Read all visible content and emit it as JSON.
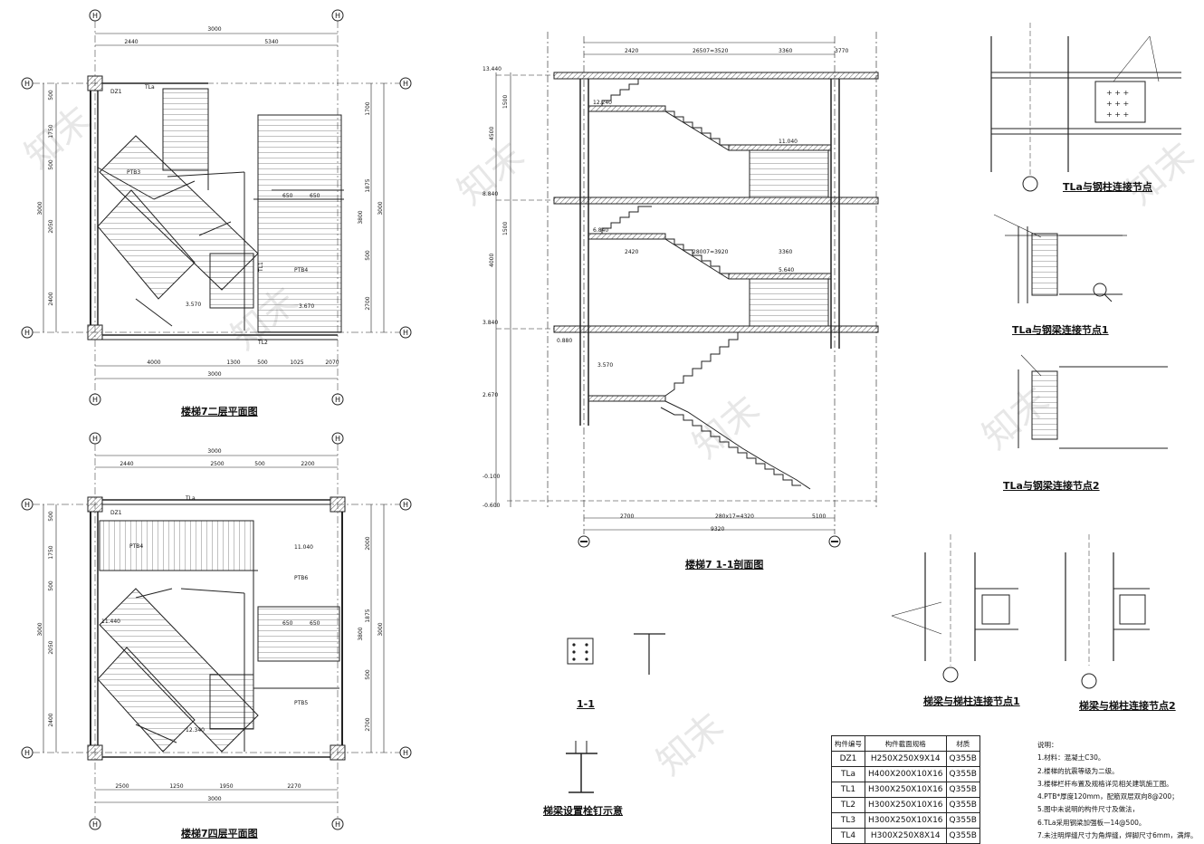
{
  "watermark": "知末",
  "titles": {
    "plan_level2": "楼梯7二层平面图",
    "plan_level4": "楼梯7四层平面图",
    "section_1_1": "楼梯7 1-1剖面图",
    "node_tla_column": "TLa与钢柱连接节点",
    "node_tla_beam_1": "TLa与钢梁连接节点1",
    "node_tla_beam_2": "TLa与钢梁连接节点2",
    "node_beam_column_1": "梯梁与梯柱连接节点1",
    "node_beam_column_2": "梯梁与梯柱连接节点2",
    "section_1": "1-1",
    "stud_schematic": "梯梁设置栓钉示意"
  },
  "grid_labels": {
    "plan_level2": [
      "H",
      "H",
      "H",
      "H",
      "H",
      "H"
    ],
    "plan_level4": [
      "H",
      "H",
      "H",
      "H",
      "H",
      "H"
    ]
  },
  "plan_level2": {
    "top_dims": [
      "3000",
      "2440",
      "5340"
    ],
    "bottom_dims": [
      "4000",
      "1300",
      "500",
      "1025",
      "2070",
      "3000"
    ],
    "left_dims": [
      "500",
      "1750",
      "500",
      "2050",
      "2400",
      "3000"
    ],
    "right_dims": [
      "1700",
      "1875",
      "500",
      "2700",
      "3000",
      "3800"
    ],
    "labels": [
      "DZ1",
      "PTB3",
      "PTB4",
      "TLa",
      "TL1",
      "TL2",
      "3.570",
      "3.670",
      "650",
      "650"
    ]
  },
  "plan_level4": {
    "top_dims": [
      "3000",
      "2440",
      "2500",
      "500",
      "2200"
    ],
    "bottom_dims": [
      "2500",
      "1250",
      "1950",
      "2270",
      "3000"
    ],
    "left_dims": [
      "500",
      "1750",
      "500",
      "2050",
      "2400",
      "3000"
    ],
    "right_dims": [
      "2000",
      "1875",
      "500",
      "2700",
      "3000",
      "3800"
    ],
    "labels": [
      "DZ1",
      "PTB4",
      "PTB6",
      "PTB5",
      "TLa",
      "11.040",
      "12.340",
      "11.440",
      "650",
      "650"
    ]
  },
  "section_elevations": [
    "13.440",
    "8.840",
    "3.840",
    "2.670",
    "-0.100",
    "-0.600"
  ],
  "section_dims": {
    "top": [
      "2420",
      "26507=3520",
      "3360",
      "3770"
    ],
    "bottom": [
      "2700",
      "280x17=4320",
      "5100",
      "9320"
    ],
    "mid": [
      "2420",
      "28007=3920",
      "3360"
    ],
    "left": [
      "4500",
      "1500",
      "4000",
      "1500"
    ],
    "levels": [
      "12.240",
      "11.040",
      "6.840",
      "5.640",
      "3.570",
      "0.880"
    ]
  },
  "steel_table": {
    "headers": [
      "构件编号",
      "构件截面规格",
      "材质"
    ],
    "rows": [
      [
        "DZ1",
        "H250X250X9X14",
        "Q355B"
      ],
      [
        "TLa",
        "H400X200X10X16",
        "Q355B"
      ],
      [
        "TL1",
        "H300X250X10X16",
        "Q355B"
      ],
      [
        "TL2",
        "H300X250X10X16",
        "Q355B"
      ],
      [
        "TL3",
        "H300X250X10X16",
        "Q355B"
      ],
      [
        "TL4",
        "H300X250X8X14",
        "Q355B"
      ]
    ]
  },
  "notes": {
    "title": "说明：",
    "items": [
      "1.材料：混凝土C30。",
      "2.楼梯的抗震等级为二级。",
      "3.楼梯栏杆布置及规格详见相关建筑施工图。",
      "4.PTB*厚度120mm，配筋双层双向8@200；",
      "5.图中未说明的构件尺寸及做法，",
      "6.TLa采用钢梁加强板—14@500。",
      "7.未注明焊缝尺寸为角焊缝，焊脚尺寸6mm，满焊。"
    ]
  }
}
